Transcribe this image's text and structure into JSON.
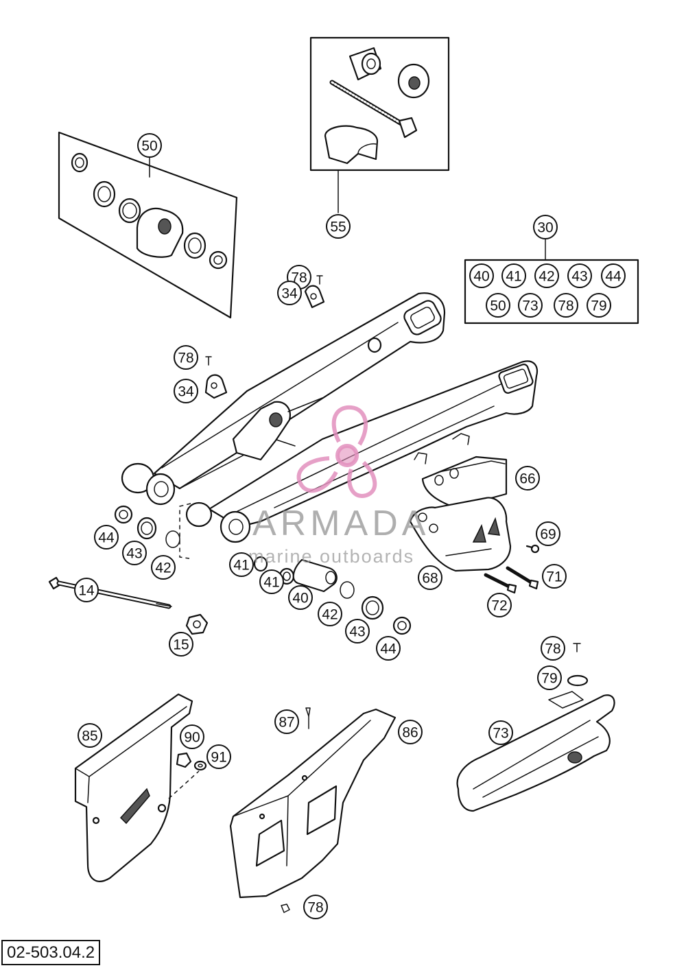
{
  "drawing_code": "02-503.04.2",
  "watermark": {
    "brand": "ARMADA",
    "tagline": "marine outboards",
    "logo_icon": "propeller-icon",
    "color": "#e28fbd"
  },
  "callouts": [
    "50",
    "55",
    "30",
    "40",
    "41",
    "42",
    "43",
    "44",
    "50",
    "73",
    "78",
    "79",
    "78",
    "34",
    "78",
    "34",
    "66",
    "44",
    "43",
    "42",
    "14",
    "15",
    "41",
    "41",
    "40",
    "42",
    "43",
    "44",
    "68",
    "69",
    "71",
    "72",
    "78",
    "79",
    "73",
    "85",
    "90",
    "91",
    "87",
    "86",
    "78"
  ]
}
